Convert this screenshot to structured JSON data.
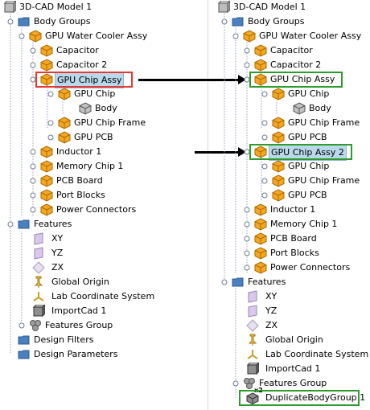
{
  "left_tree": {
    "root": "3D-CAD Model 1",
    "body_groups": "Body Groups",
    "water_cooler": "GPU Water Cooler Assy",
    "capacitor": "Capacitor",
    "capacitor2": "Capacitor 2",
    "chip_assy": "GPU Chip Assy",
    "gpu_chip": "GPU Chip",
    "body": "Body",
    "chip_frame": "GPU Chip Frame",
    "gpu_pcb": "GPU PCB",
    "inductor": "Inductor 1",
    "memory": "Memory Chip 1",
    "pcb_board": "PCB Board",
    "port_blocks": "Port Blocks",
    "power_connectors": "Power Connectors",
    "features": "Features",
    "xy": "XY",
    "yz": "YZ",
    "zx": "ZX",
    "origin": "Global Origin",
    "lab_cs": "Lab Coordinate System",
    "import": "ImportCad 1",
    "features_group": "Features Group",
    "filters": "Design Filters",
    "params": "Design Parameters"
  },
  "right_tree": {
    "root": "3D-CAD Model 1",
    "body_groups": "Body Groups",
    "water_cooler": "GPU Water Cooler Assy",
    "capacitor": "Capacitor",
    "capacitor2": "Capacitor 2",
    "chip_assy": "GPU Chip Assy",
    "gpu_chip": "GPU Chip",
    "body": "Body",
    "chip_frame": "GPU Chip Frame",
    "gpu_pcb": "GPU PCB",
    "chip_assy2": "GPU Chip Assy 2",
    "gpu_chip2": "GPU Chip",
    "chip_frame2": "GPU Chip Frame",
    "gpu_pcb2": "GPU PCB",
    "inductor": "Inductor 1",
    "memory": "Memory Chip 1",
    "pcb_board": "PCB Board",
    "port_blocks": "Port Blocks",
    "power_connectors": "Power Connectors",
    "features": "Features",
    "xy": "XY",
    "yz": "YZ",
    "zx": "ZX",
    "origin": "Global Origin",
    "lab_cs": "Lab Coordinate System",
    "import": "ImportCad 1",
    "features_group": "Features Group",
    "duplicate": "DuplicateBodyGroup 1",
    "dup_badge": "x2"
  },
  "colors": {
    "highlight_red": "#e53935",
    "highlight_green": "#2e9b2e",
    "selection": "#b9d8ea",
    "part_orange": "#f5a623",
    "folder_blue": "#4a7fc0"
  }
}
